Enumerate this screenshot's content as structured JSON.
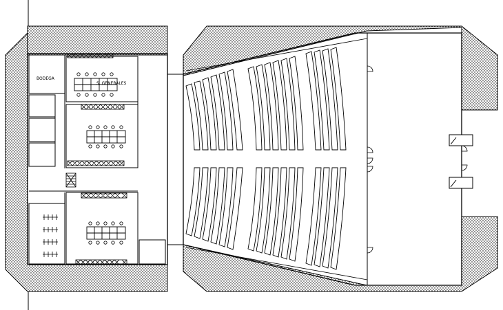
{
  "drawing": {
    "rooms": {
      "storage_label": "BODEGA",
      "general_services_label": "S. GENERALES"
    },
    "auditorium": {
      "seat_blocks": 6
    }
  }
}
